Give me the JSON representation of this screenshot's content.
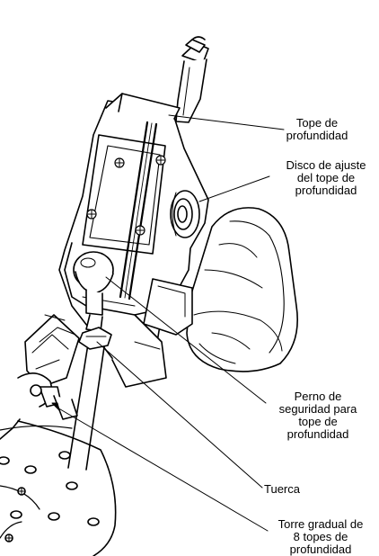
{
  "labels": {
    "depth_stop": [
      "Tope de",
      "profundidad"
    ],
    "depth_stop_adjust_knob": [
      "Disco de ajuste",
      "del tope de",
      "profundidad"
    ],
    "depth_stop_lock_bolt": [
      "Perno de",
      "seguridad para",
      "tope de",
      "profundidad"
    ],
    "nut": [
      "Tuerca"
    ],
    "depth_stop_turret": [
      "Torre gradual de",
      "8 topes de",
      "profundidad"
    ]
  },
  "colors": {
    "ink": "#000000",
    "paper": "#ffffff"
  }
}
